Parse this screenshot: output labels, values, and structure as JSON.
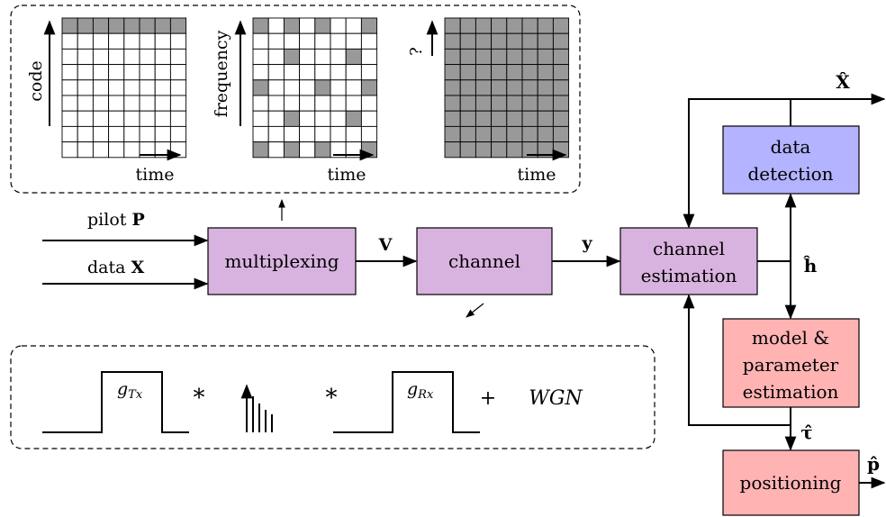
{
  "colors": {
    "purple_block": "#d9b3e0",
    "blue_block": "#b3b3ff",
    "red_block": "#ffb3b3",
    "grid_fill": "#999999",
    "grid_empty": "#ffffff"
  },
  "grids": [
    {
      "axis_label": "code",
      "time_label": "time",
      "rows": 9,
      "cols": 8,
      "pattern": "row0"
    },
    {
      "axis_label": "frequency",
      "time_label": "time",
      "rows": 9,
      "cols": 8,
      "pattern": "sparse"
    },
    {
      "axis_label": "?",
      "time_label": "time",
      "rows": 9,
      "cols": 8,
      "pattern": "full"
    }
  ],
  "inputs": {
    "pilot_text": "pilot ",
    "pilot_symbol": "P",
    "data_text": "data ",
    "data_symbol": "X"
  },
  "blocks": {
    "multiplexing": "multiplexing",
    "channel": "channel",
    "channel_estimation_1": "channel",
    "channel_estimation_2": "estimation",
    "data_detection_1": "data",
    "data_detection_2": "detection",
    "model_1": "model &",
    "model_2": "parameter",
    "model_3": "estimation",
    "positioning": "positioning"
  },
  "signals": {
    "V": "V",
    "y": "y",
    "X_hat": "X̂",
    "h_hat": "ĥ",
    "tau_hat": "τ̂",
    "p_hat": "p̂"
  },
  "channel_model": {
    "g_tx": "g",
    "g_tx_sub": "Tx",
    "g_rx": "g",
    "g_rx_sub": "Rx",
    "conv1": "*",
    "conv2": "*",
    "plus": "+",
    "noise": "WGN"
  }
}
